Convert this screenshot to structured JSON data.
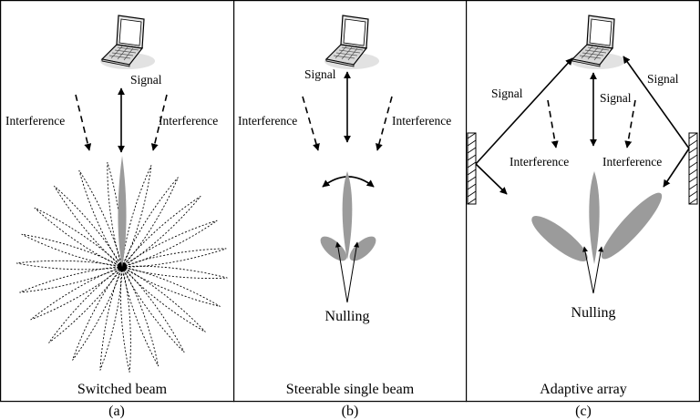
{
  "panels": [
    {
      "id": "a",
      "title": "Switched beam",
      "tag": "(a)",
      "signal_label": "Signal",
      "interference_left": "Interference",
      "interference_right": "Interference"
    },
    {
      "id": "b",
      "title": "Steerable single beam",
      "tag": "(b)",
      "signal_label": "Signal",
      "interference_left": "Interference",
      "interference_right": "Interference",
      "nulling_label": "Nulling"
    },
    {
      "id": "c",
      "title": "Adaptive array",
      "tag": "(c)",
      "signal_left": "Signal",
      "signal_center": "Signal",
      "signal_right": "Signal",
      "interference_left": "Interference",
      "interference_right": "Interference",
      "nulling_label": "Nulling"
    }
  ],
  "colors": {
    "beam_fill": "#9b9b9b",
    "line": "#000000",
    "laptop_body": "#d8d8d8"
  },
  "icons": [
    "laptop-icon",
    "reflector-icon"
  ]
}
